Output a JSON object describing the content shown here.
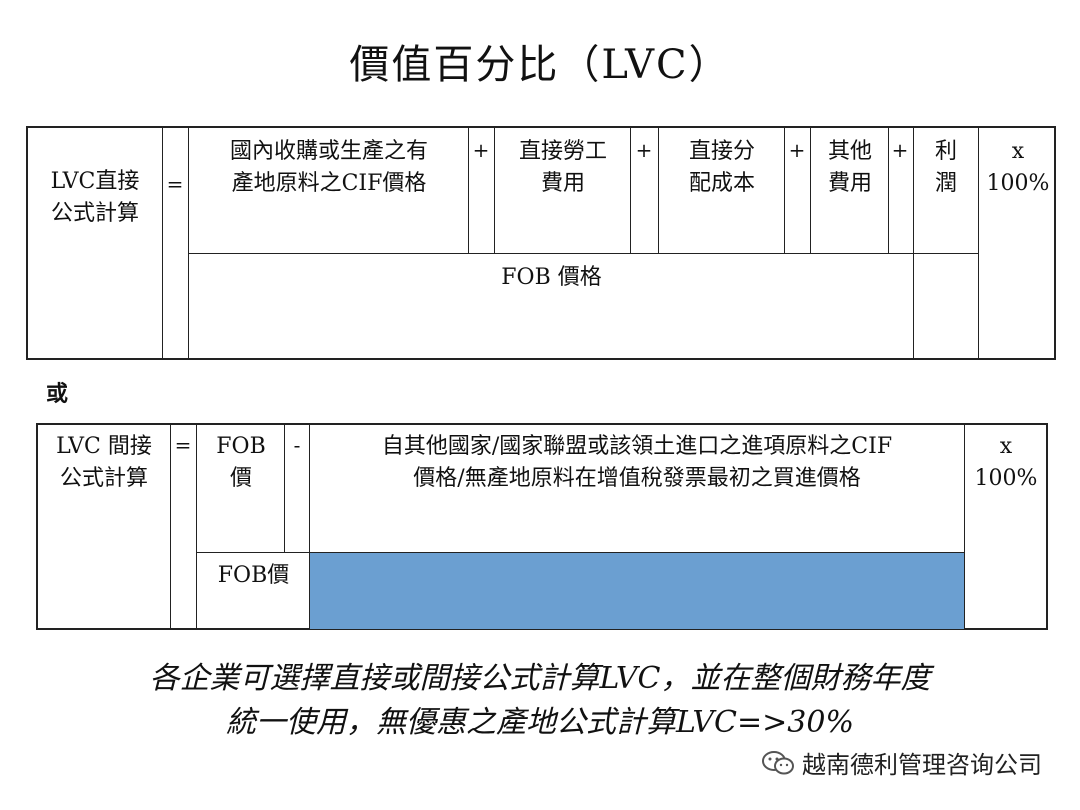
{
  "title": "價值百分比（LVC）",
  "direct": {
    "label": "LVC直接\n公式計算",
    "equals": "=",
    "terms": [
      "國內收購或生產之有\n產地原料之CIF價格",
      "直接勞工\n費用",
      "直接分\n配成本",
      "其他\n費用",
      "利\n潤"
    ],
    "plus": "+",
    "multiplier": "x\n100%",
    "denominator": "FOB  價格"
  },
  "or_label": "或",
  "indirect": {
    "label": "LVC  間接\n公式計算",
    "equals": "=",
    "fob": "FOB\n價",
    "minus": "-",
    "subtrahend": "自其他國家/國家聯盟或該領土進口之進項原料之CIF\n價格/無產地原料在增值稅發票最初之買進價格",
    "multiplier": "x\n100%",
    "denominator": "FOB價"
  },
  "colors": {
    "highlight": "#6b9fd1",
    "border": "#222222"
  },
  "note": {
    "line1": "各企業可選擇直接或間接公式計算LVC，並在整個財務年度",
    "line2": "統一使用，無優惠之產地公式計算LVC=>30%"
  },
  "watermark": {
    "icon": "wechat-icon",
    "text": "越南德利管理咨询公司"
  }
}
